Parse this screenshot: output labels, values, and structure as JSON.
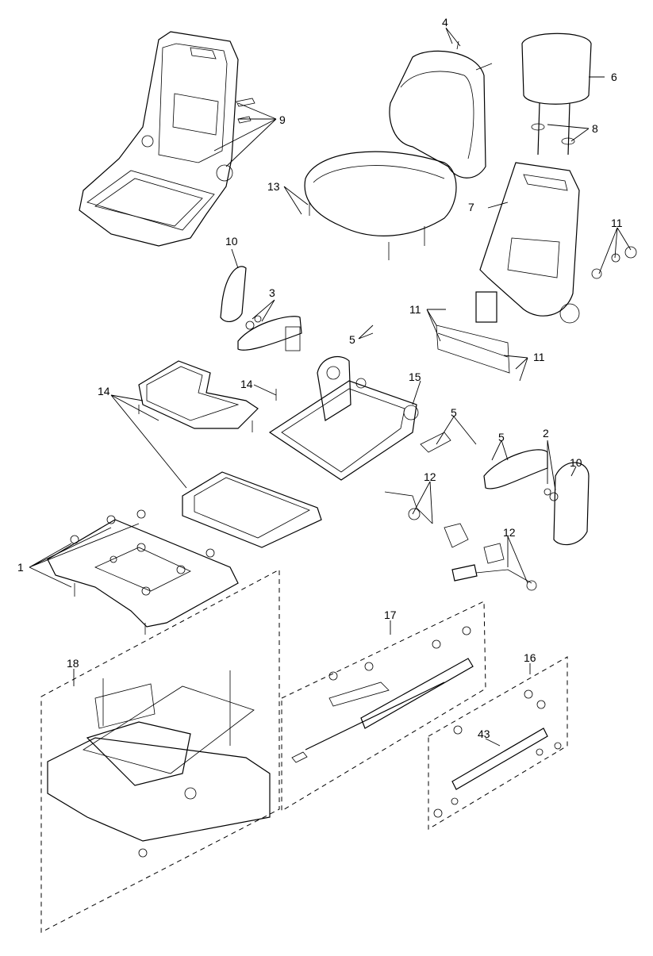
{
  "diagram": {
    "callouts": {
      "c1": "1",
      "c2": "2",
      "c3": "3",
      "c4": "4",
      "c5a": "5",
      "c5b": "5",
      "c5c": "5",
      "c6": "6",
      "c7": "7",
      "c8": "8",
      "c9": "9",
      "c10a": "10",
      "c10b": "10",
      "c11a": "11",
      "c11b": "11",
      "c11c": "11",
      "c12a": "12",
      "c12b": "12",
      "c13": "13",
      "c14a": "14",
      "c14b": "14",
      "c15": "15",
      "c16": "16",
      "c17": "17",
      "c18": "18",
      "c43": "43"
    }
  }
}
